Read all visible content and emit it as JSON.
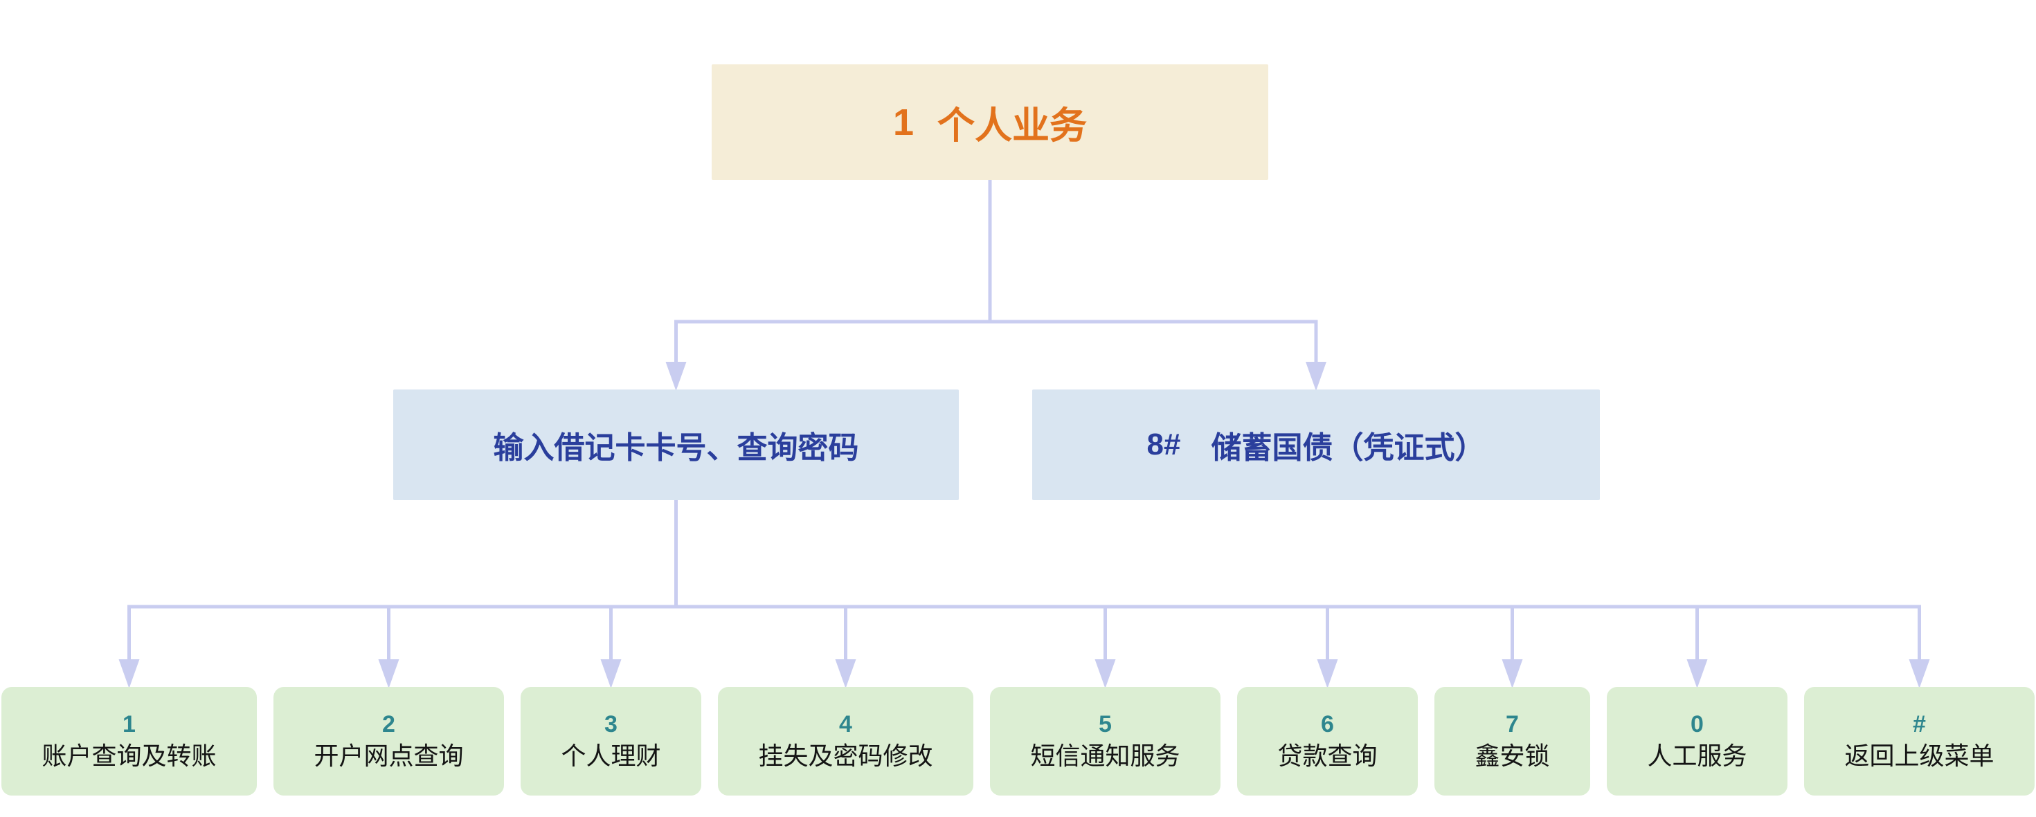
{
  "colors": {
    "root_bg": "#f5edd7",
    "root_text": "#e2721c",
    "level2_bg": "#d9e5f1",
    "level2_text": "#2a3e9c",
    "level3_bg": "#dceed3",
    "level3_key": "#2e868e",
    "level3_text": "#141414",
    "connector": "#c9cdf0"
  },
  "tree": {
    "root": {
      "key": "1",
      "label": "个人业务"
    },
    "level2": [
      {
        "key": "",
        "label": "输入借记卡卡号、查询密码"
      },
      {
        "key": "8#",
        "label": "储蓄国债（凭证式）"
      }
    ],
    "level3": [
      {
        "key": "1",
        "label": "账户查询及转账"
      },
      {
        "key": "2",
        "label": "开户网点查询"
      },
      {
        "key": "3",
        "label": "个人理财"
      },
      {
        "key": "4",
        "label": "挂失及密码修改"
      },
      {
        "key": "5",
        "label": "短信通知服务"
      },
      {
        "key": "6",
        "label": "贷款查询"
      },
      {
        "key": "7",
        "label": "鑫安锁"
      },
      {
        "key": "0",
        "label": "人工服务"
      },
      {
        "key": "#",
        "label": "返回上级菜单"
      }
    ]
  }
}
